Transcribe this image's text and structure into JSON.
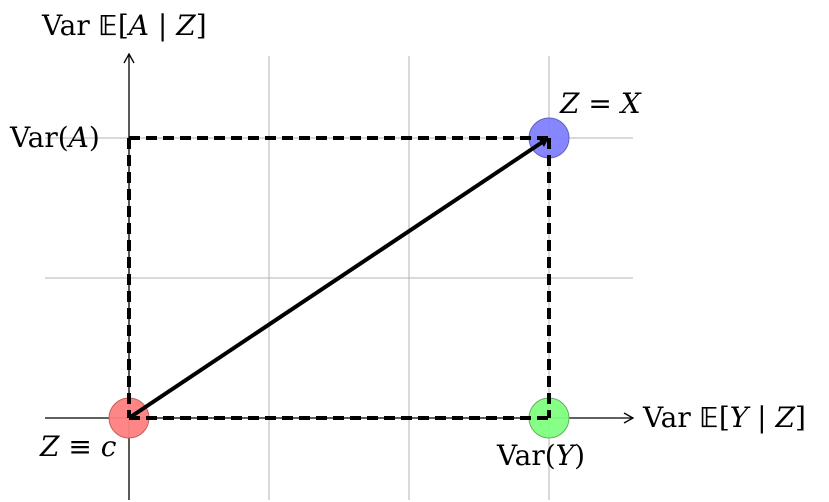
{
  "axes": {
    "x_label": {
      "pre": "Var ",
      "bb": "𝔼",
      "open": "[",
      "v1": "Y",
      "bar": " | ",
      "v2": "Z",
      "close": "]"
    },
    "y_label": {
      "pre": "Var ",
      "bb": "𝔼",
      "open": "[",
      "v1": "A",
      "bar": " | ",
      "v2": "Z",
      "close": "]"
    }
  },
  "tick_labels": {
    "y_max": {
      "pre": "Var(",
      "var": "A",
      "post": ")"
    },
    "x_max": {
      "pre": "Var(",
      "var": "Y",
      "post": ")"
    }
  },
  "points": {
    "constant": {
      "lhs": "Z",
      "op": " ≡ ",
      "rhs": "c",
      "color": "#ff8080"
    },
    "full_info": {
      "lhs": "Z",
      "op": " = ",
      "rhs": "X",
      "color": "#8080ff"
    },
    "x_max_marker": {
      "color": "#80ff80"
    }
  },
  "colors": {
    "grid": "#b3b3b3",
    "lines": "#000000"
  }
}
